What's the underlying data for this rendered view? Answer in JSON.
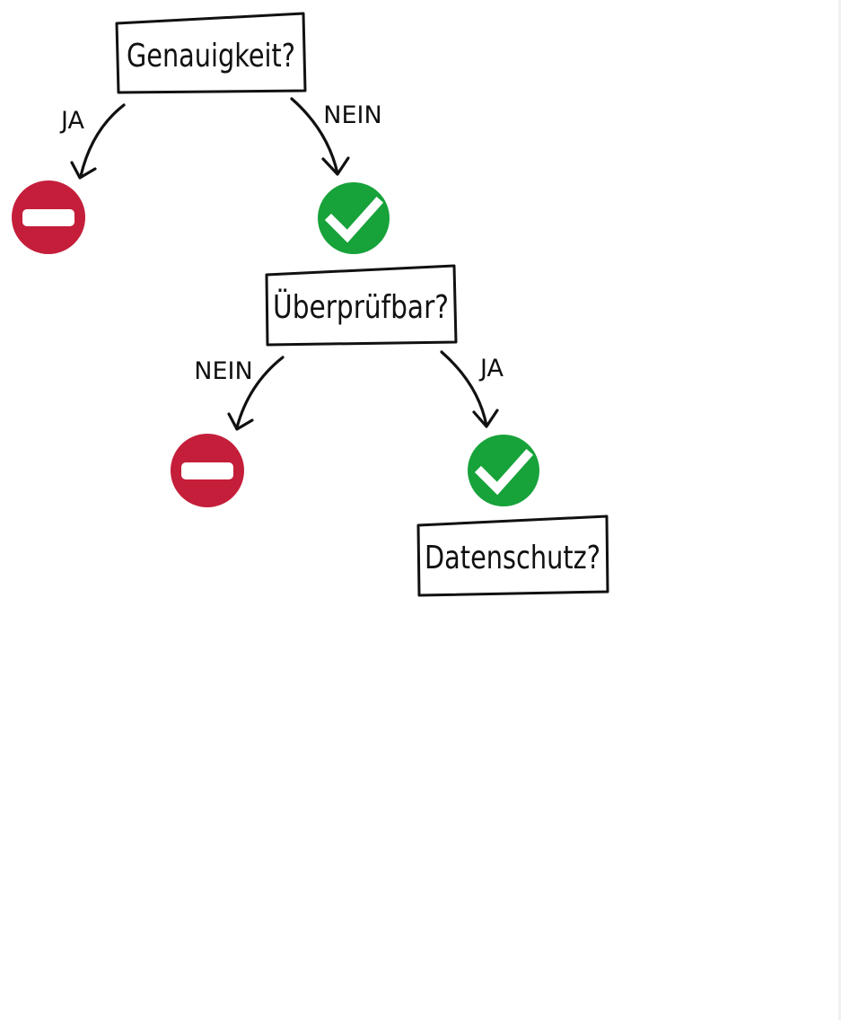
{
  "nodes": {
    "genauigkeit": "Genauigkeit?",
    "ueberpruefbar": "Überprüfbar?",
    "datenschutz": "Datenschutz?"
  },
  "edges": {
    "genauigkeit_ja": "JA",
    "genauigkeit_nein": "NEIN",
    "ueberpruefbar_nein": "NEIN",
    "ueberpruefbar_ja": "JA"
  },
  "icons": {
    "reject": "no-entry-icon",
    "accept": "checkmark-icon"
  },
  "colors": {
    "reject_red": "#c41e3a",
    "accept_green": "#17a23a",
    "ink": "#111111"
  }
}
